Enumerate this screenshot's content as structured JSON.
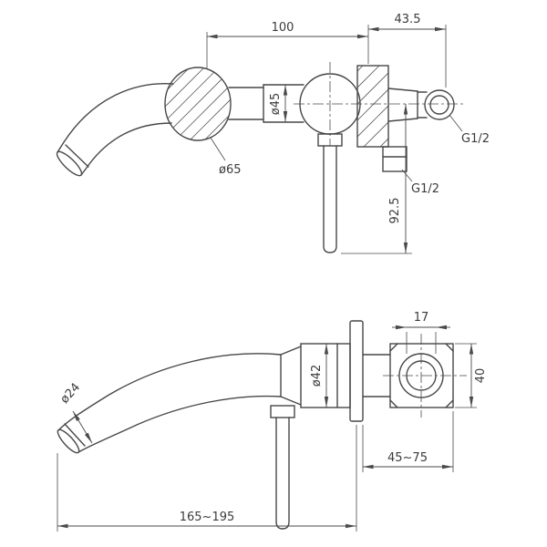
{
  "page": {
    "background": "#ffffff",
    "line_color": "#474747",
    "dim_color": "#4a4a4a"
  },
  "front_view": {
    "labels": {
      "dim_100": "100",
      "dim_43_5": "43.5",
      "dia_45": "ø45",
      "dia_65": "ø65",
      "thread_inlet": "G1/2",
      "thread_outlet": "G1/2",
      "dim_92_5": "92.5"
    }
  },
  "side_view": {
    "labels": {
      "dim_17": "17",
      "dia_42": "ø42",
      "dia_24": "ø24",
      "dim_40": "40",
      "dim_45_75": "45~75",
      "dim_165_195": "165~195"
    }
  }
}
